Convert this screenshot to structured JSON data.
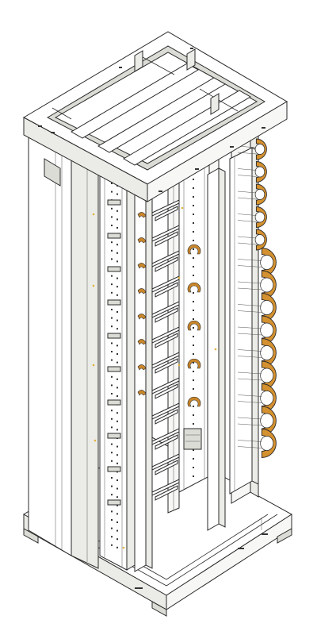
{
  "diagram": {
    "subject": "distribution-frame-rack",
    "colors": {
      "line": "#2a2a2a",
      "frame_face": "#f7f7f5",
      "frame_shade": "#dcdcd6",
      "cable_ring": "#d4912f"
    },
    "cable_ring_count": 14,
    "rail_slot_count": 10,
    "jumper_bar_count": 12
  }
}
